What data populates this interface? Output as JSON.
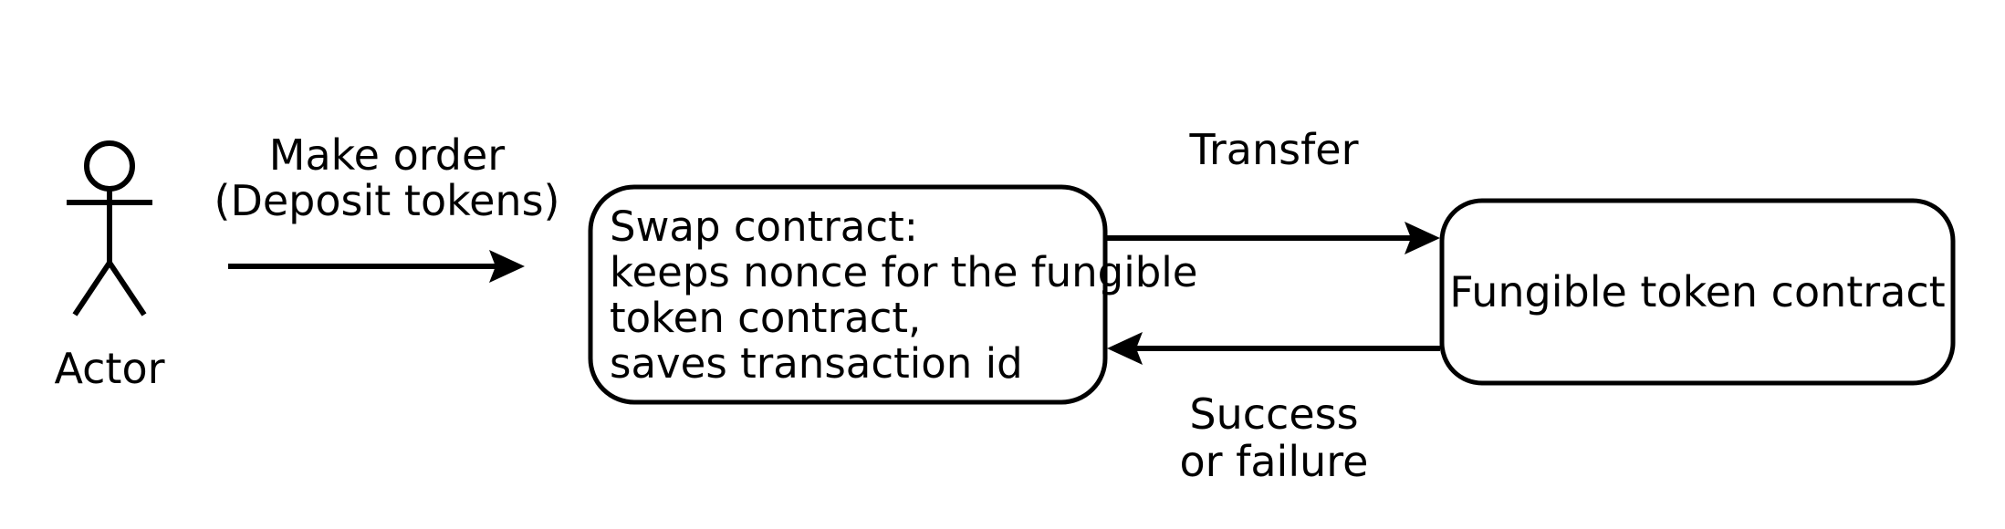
{
  "diagram": {
    "type": "flow-diagram",
    "background_color": "#ffffff",
    "stroke_color": "#000000",
    "nodes": [
      {
        "id": "actor",
        "kind": "stick-figure-actor",
        "label": "Actor"
      },
      {
        "id": "swap-contract",
        "kind": "rounded-rectangle",
        "lines": [
          "Swap contract:",
          "keeps nonce for the fungible",
          "token contract,",
          "saves transaction id"
        ]
      },
      {
        "id": "fungible-token-contract",
        "kind": "rounded-rectangle",
        "lines": [
          "Fungible token contract"
        ]
      }
    ],
    "edges": [
      {
        "id": "actor-to-swap",
        "from": "actor",
        "to": "swap-contract",
        "direction": "right",
        "label_lines": [
          "Make order",
          "(Deposit tokens)"
        ]
      },
      {
        "id": "swap-to-token",
        "from": "swap-contract",
        "to": "fungible-token-contract",
        "direction": "right",
        "label_lines": [
          "Transfer"
        ]
      },
      {
        "id": "token-to-swap",
        "from": "fungible-token-contract",
        "to": "swap-contract",
        "direction": "left",
        "label_lines": [
          "Success",
          "or failure"
        ]
      }
    ],
    "labels": {
      "actor": "Actor",
      "make_order_line1": "Make order",
      "make_order_line2": "(Deposit tokens)",
      "transfer": "Transfer",
      "success_line1": "Success",
      "success_line2": "or failure",
      "swap_line1": "Swap contract:",
      "swap_line2": "keeps nonce for the fungible",
      "swap_line3": "token contract,",
      "swap_line4": "saves transaction id",
      "fungible_token_contract": "Fungible token contract"
    }
  }
}
